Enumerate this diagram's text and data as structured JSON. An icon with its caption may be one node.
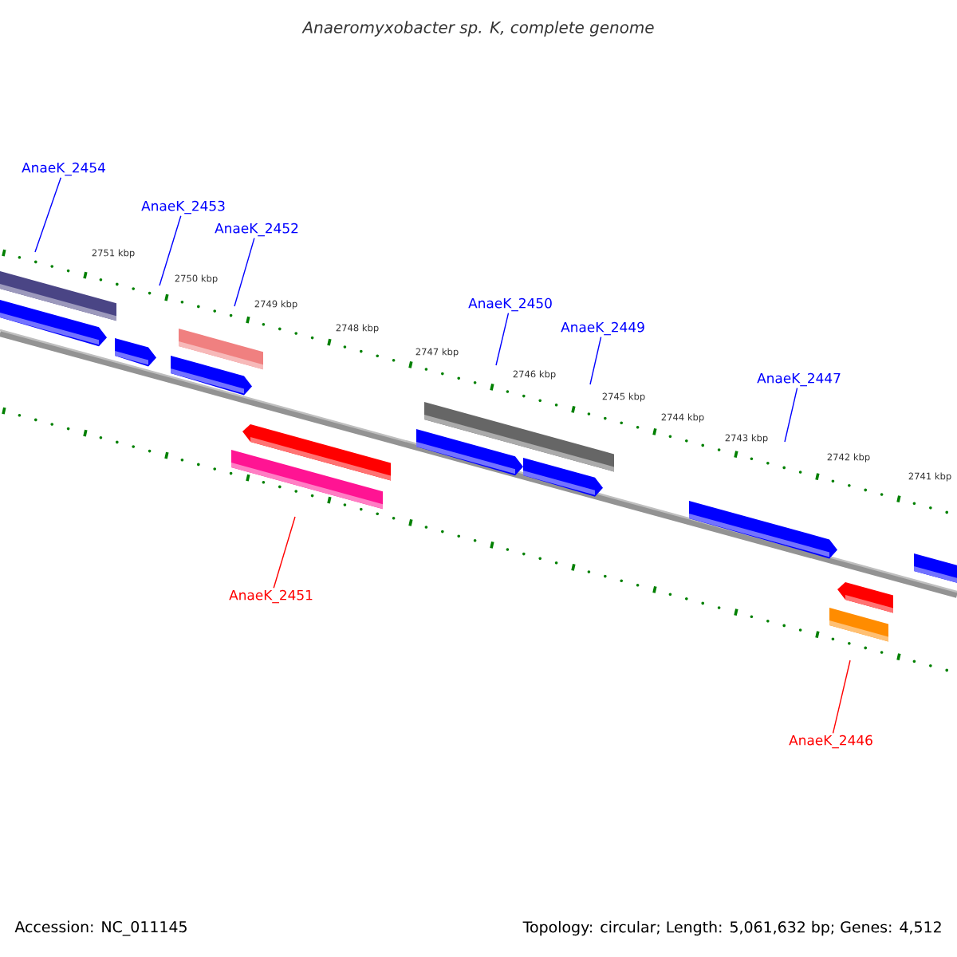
{
  "diagram": {
    "title": "Anaeromyxobacter sp. K, complete genome",
    "nodes": [
      {
        "text": [
          "AnaeK_2454"
        ]
      },
      {
        "text": [
          "AnaeK_2453"
        ]
      },
      {
        "text": [
          "AnaeK_2452"
        ]
      },
      {
        "text": [
          "AnaeK_2450"
        ]
      },
      {
        "text": [
          "AnaeK_2449"
        ]
      },
      {
        "text": [
          "AnaeK_2447"
        ]
      },
      {
        "text": [
          "AnaeK_2451"
        ]
      },
      {
        "text": [
          "AnaeK_2446"
        ]
      }
    ],
    "edges": [
      {
        "from": 0,
        "to": null,
        "arrow": "none"
      },
      {
        "from": 1,
        "to": null,
        "arrow": "none"
      },
      {
        "from": 2,
        "to": null,
        "arrow": "none"
      },
      {
        "from": 3,
        "to": null,
        "arrow": "none"
      },
      {
        "from": 4,
        "to": null,
        "arrow": "none"
      },
      {
        "from": 5,
        "to": null,
        "arrow": "none"
      },
      {
        "from": 6,
        "to": null,
        "arrow": "none",
        "color": "#ff0000"
      },
      {
        "from": 7,
        "to": null,
        "arrow": "none",
        "color": "#ff0000"
      }
    ],
    "labels": [
      "2751 kbp",
      "2750 kbp",
      "2749 kbp",
      "2748 kbp",
      "2747 kbp",
      "2746 kbp",
      "2745 kbp",
      "2744 kbp",
      "2743 kbp",
      "2742 kbp",
      "2741 kbp",
      "Accession: NC_011145",
      "Topology: circular; Length: 5,061,632 bp; Genes: 4,512"
    ]
  }
}
